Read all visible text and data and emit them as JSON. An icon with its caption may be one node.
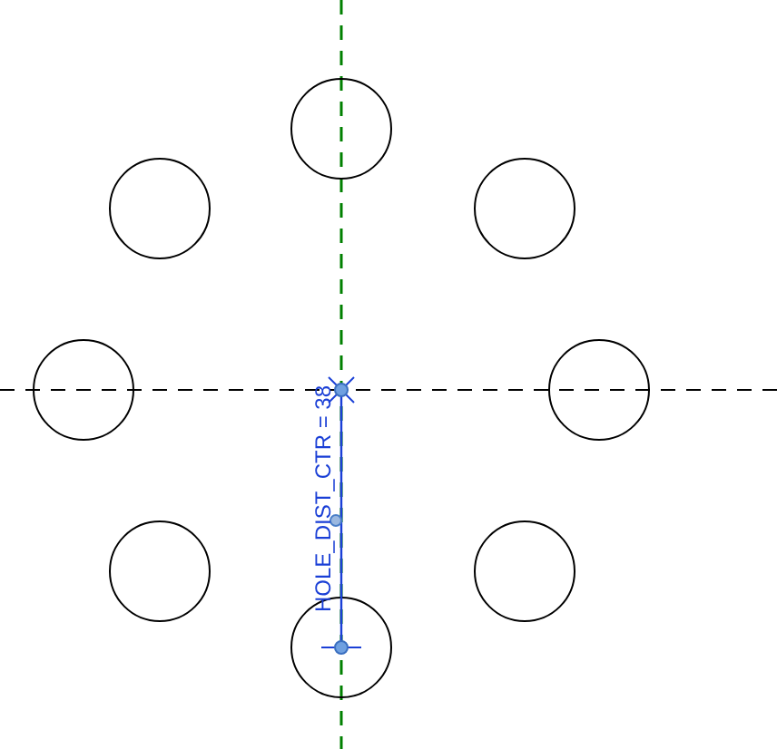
{
  "diagram": {
    "nodes": [
      {
        "text": [],
        "shape": "circle"
      },
      {
        "text": [],
        "shape": "circle"
      },
      {
        "text": [],
        "shape": "circle"
      },
      {
        "text": [],
        "shape": "circle"
      },
      {
        "text": [],
        "shape": "circle"
      },
      {
        "text": [],
        "shape": "circle"
      },
      {
        "text": [],
        "shape": "circle"
      },
      {
        "text": [],
        "shape": "circle"
      }
    ],
    "labels": [
      "HOLE_DIST_CTR = 38"
    ]
  }
}
